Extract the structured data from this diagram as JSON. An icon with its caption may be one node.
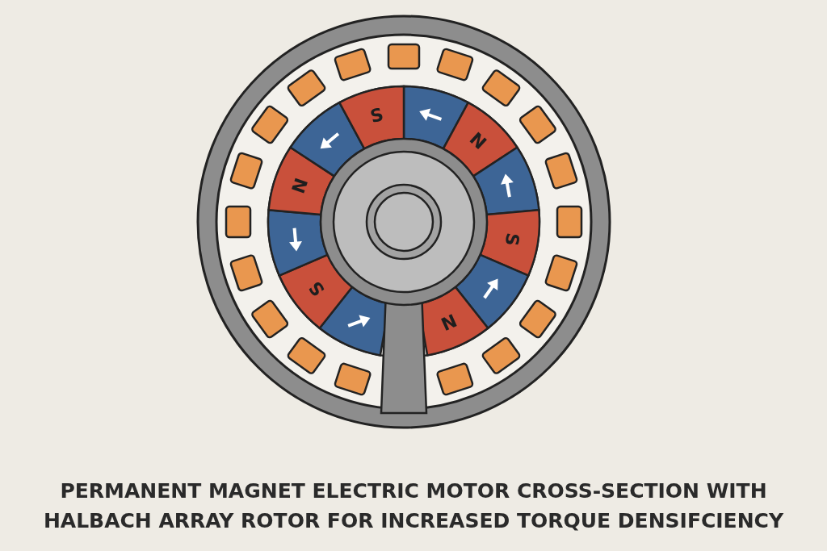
{
  "diagram": {
    "caption": "PERMANENT MAGNET ELECTRIC MOTOR CROSS-SECTION WITH HALBACH ARRAY ROTOR FOR INCREASED TORQUE DENSIFCIENCY",
    "labels": [
      "S",
      "N",
      "N",
      "S",
      "S",
      "N"
    ]
  }
}
